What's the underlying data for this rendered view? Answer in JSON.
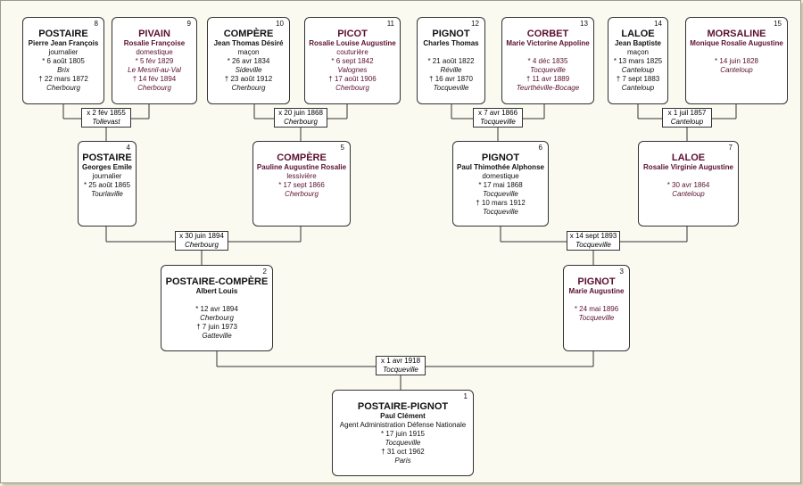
{
  "persons": {
    "p1": {
      "num": "1",
      "name": "POSTAIRE-PIGNOT",
      "given": "Paul Clément",
      "occ": "Agent Administration Défense Nationale",
      "birth": "* 17 juin 1915",
      "birth_place": "Tocqueville",
      "death": "† 31 oct 1962",
      "death_place": "Paris"
    },
    "p2": {
      "num": "2",
      "name": "POSTAIRE-COMPÈRE",
      "given": "Albert Louis",
      "birth": "* 12 avr 1894",
      "birth_place": "Cherbourg",
      "death": "† 7 juin 1973",
      "death_place": "Gatteville"
    },
    "p3": {
      "num": "3",
      "name": "PIGNOT",
      "given": "Marie Augustine",
      "birth": "* 24 mai 1896",
      "birth_place": "Tocqueville"
    },
    "p4": {
      "num": "4",
      "name": "POSTAIRE",
      "given": "Georges Emile",
      "occ": "journalier",
      "birth": "* 25 août 1865",
      "birth_place": "Tourlaville"
    },
    "p5": {
      "num": "5",
      "name": "COMPÈRE",
      "given": "Pauline Augustine Rosalie",
      "occ": "lessivière",
      "birth": "* 17 sept 1866",
      "birth_place": "Cherbourg"
    },
    "p6": {
      "num": "6",
      "name": "PIGNOT",
      "given": "Paul Thimothée Alphonse",
      "occ": "domestique",
      "birth": "* 17 mai 1868",
      "birth_place": "Tocqueville",
      "death": "† 10 mars 1912",
      "death_place": "Tocqueville"
    },
    "p7": {
      "num": "7",
      "name": "LALOE",
      "given": "Rosalie Virginie Augustine",
      "birth": "* 30 avr 1864",
      "birth_place": "Canteloup"
    },
    "p8": {
      "num": "8",
      "name": "POSTAIRE",
      "given": "Pierre Jean François",
      "occ": "journalier",
      "birth": "* 6 août 1805",
      "birth_place": "Brix",
      "death": "† 22 mars 1872",
      "death_place": "Cherbourg"
    },
    "p9": {
      "num": "9",
      "name": "PIVAIN",
      "given": "Rosalie Françoise",
      "occ": "domestique",
      "birth": "* 5 fév 1829",
      "birth_place": "Le Mesnil-au-Val",
      "death": "† 14 fév 1894",
      "death_place": "Cherbourg"
    },
    "p10": {
      "num": "10",
      "name": "COMPÈRE",
      "given": "Jean Thomas Désiré",
      "occ": "maçon",
      "birth": "* 26 avr 1834",
      "birth_place": "Sideville",
      "death": "† 23 août 1912",
      "death_place": "Cherbourg"
    },
    "p11": {
      "num": "11",
      "name": "PICOT",
      "given": "Rosalie Louise Augustine",
      "occ": "couturière",
      "birth": "* 6 sept 1842",
      "birth_place": "Valognes",
      "death": "† 17 août 1906",
      "death_place": "Cherbourg"
    },
    "p12": {
      "num": "12",
      "name": "PIGNOT",
      "given": "Charles Thomas",
      "birth": "* 21 août 1822",
      "birth_place": "Réville",
      "death": "† 16 avr 1870",
      "death_place": "Tocqueville"
    },
    "p13": {
      "num": "13",
      "name": "CORBET",
      "given": "Marie Victorine Appoline",
      "birth": "* 4 déc 1835",
      "birth_place": "Tocqueville",
      "death": "† 11 avr 1889",
      "death_place": "Teurthéville-Bocage"
    },
    "p14": {
      "num": "14",
      "name": "LALOE",
      "given": "Jean Baptiste",
      "occ": "maçon",
      "birth": "* 13 mars 1825",
      "birth_place": "Canteloup",
      "death": "† 7 sept 1883",
      "death_place": "Canteloup"
    },
    "p15": {
      "num": "15",
      "name": "MORSALINE",
      "given": "Monique Rosalie Augustine",
      "birth": "* 14 juin 1828",
      "birth_place": "Canteloup"
    }
  },
  "marriages": {
    "m1": {
      "date": "x 1 avr 1918",
      "place": "Tocqueville"
    },
    "m2": {
      "date": "x 30 juin 1894",
      "place": "Cherbourg"
    },
    "m3": {
      "date": "x 14 sept 1893",
      "place": "Tocqueville"
    },
    "m4": {
      "date": "x 2 fév 1855",
      "place": "Tollevast"
    },
    "m5": {
      "date": "x 20 juin 1868",
      "place": "Cherbourg"
    },
    "m6": {
      "date": "x 7 avr 1866",
      "place": "Tocqueville"
    },
    "m7": {
      "date": "x 1 juil 1857",
      "place": "Canteloup"
    }
  },
  "colors": {
    "female_text": "#5a1030",
    "male_text": "#111111",
    "background": "#fbfaf0",
    "border": "#333333"
  }
}
